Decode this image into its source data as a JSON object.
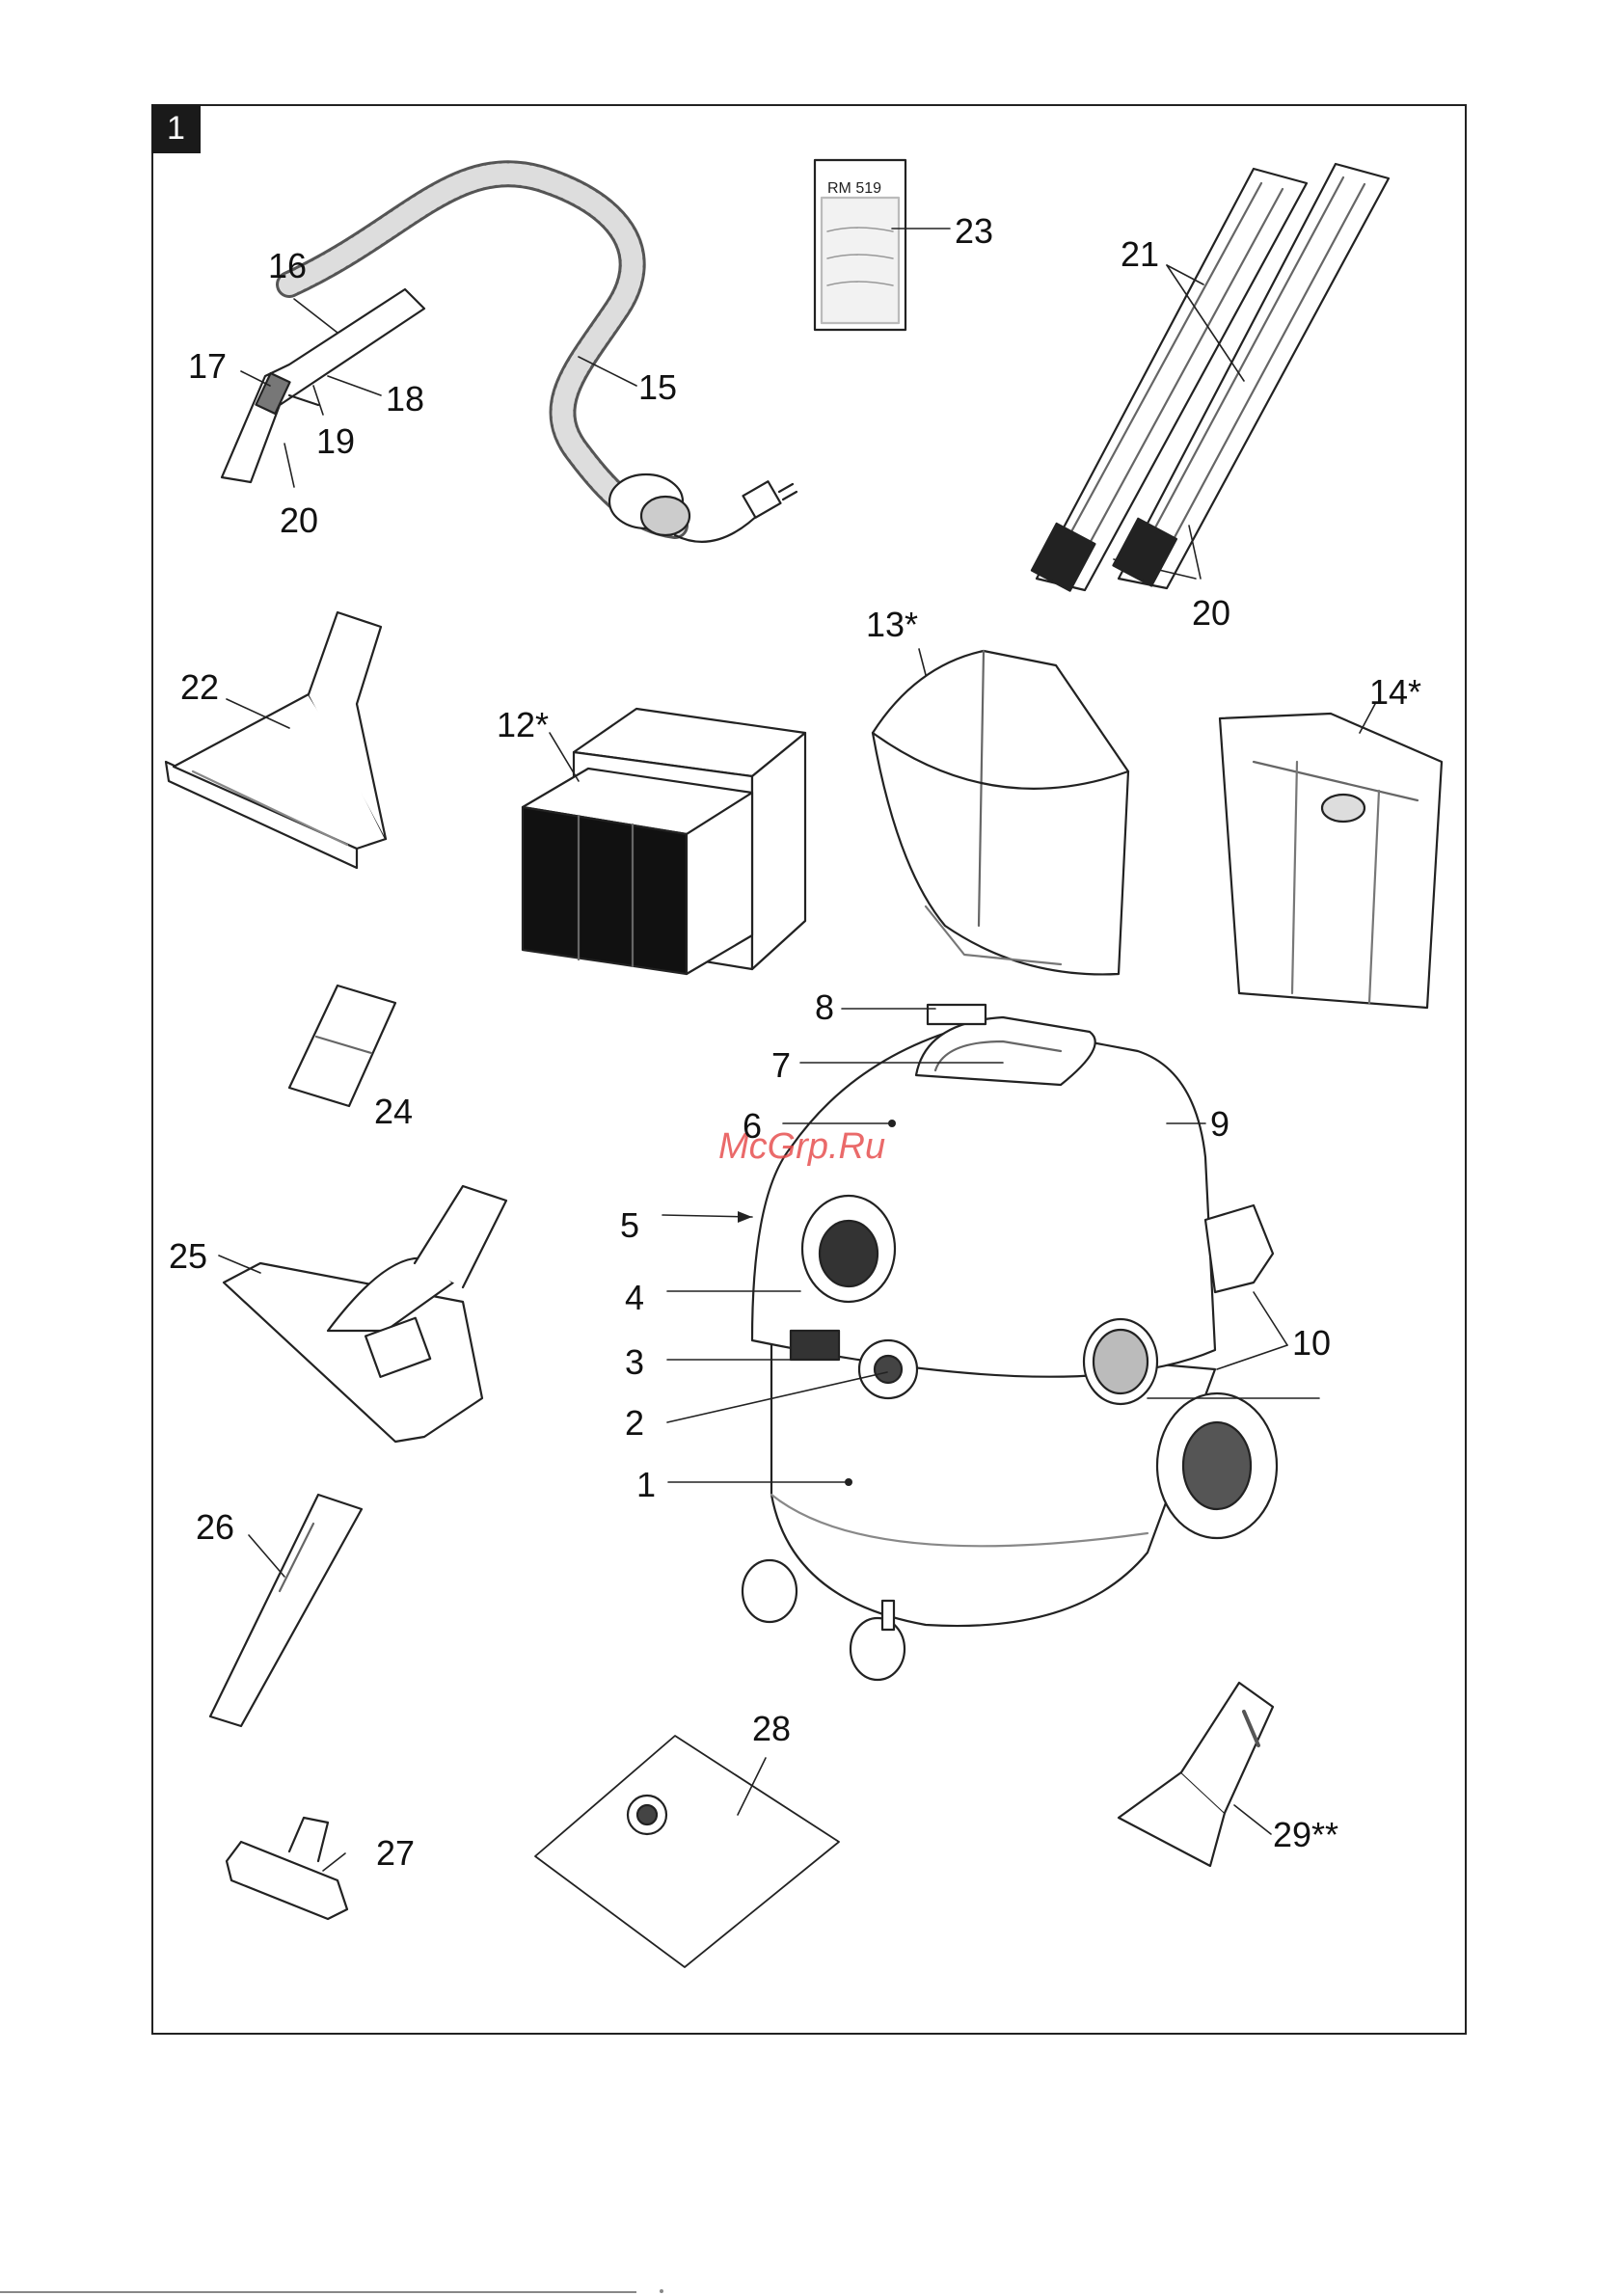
{
  "figure": {
    "number": "1"
  },
  "watermark": "McGrp.Ru",
  "manual_label": "RM 519",
  "callouts": {
    "c1": "1",
    "c2": "2",
    "c3": "3",
    "c4": "4",
    "c5": "5",
    "c6": "6",
    "c7": "7",
    "c8": "8",
    "c9": "9",
    "c10": "10",
    "c12": "12*",
    "c13": "13*",
    "c14": "14*",
    "c15": "15",
    "c16": "16",
    "c17": "17",
    "c18": "18",
    "c19": "19",
    "c20a": "20",
    "c20b": "20",
    "c21": "21",
    "c22": "22",
    "c23": "23",
    "c24": "24",
    "c25": "25",
    "c26": "26",
    "c27": "27",
    "c28": "28",
    "c29": "29**"
  }
}
